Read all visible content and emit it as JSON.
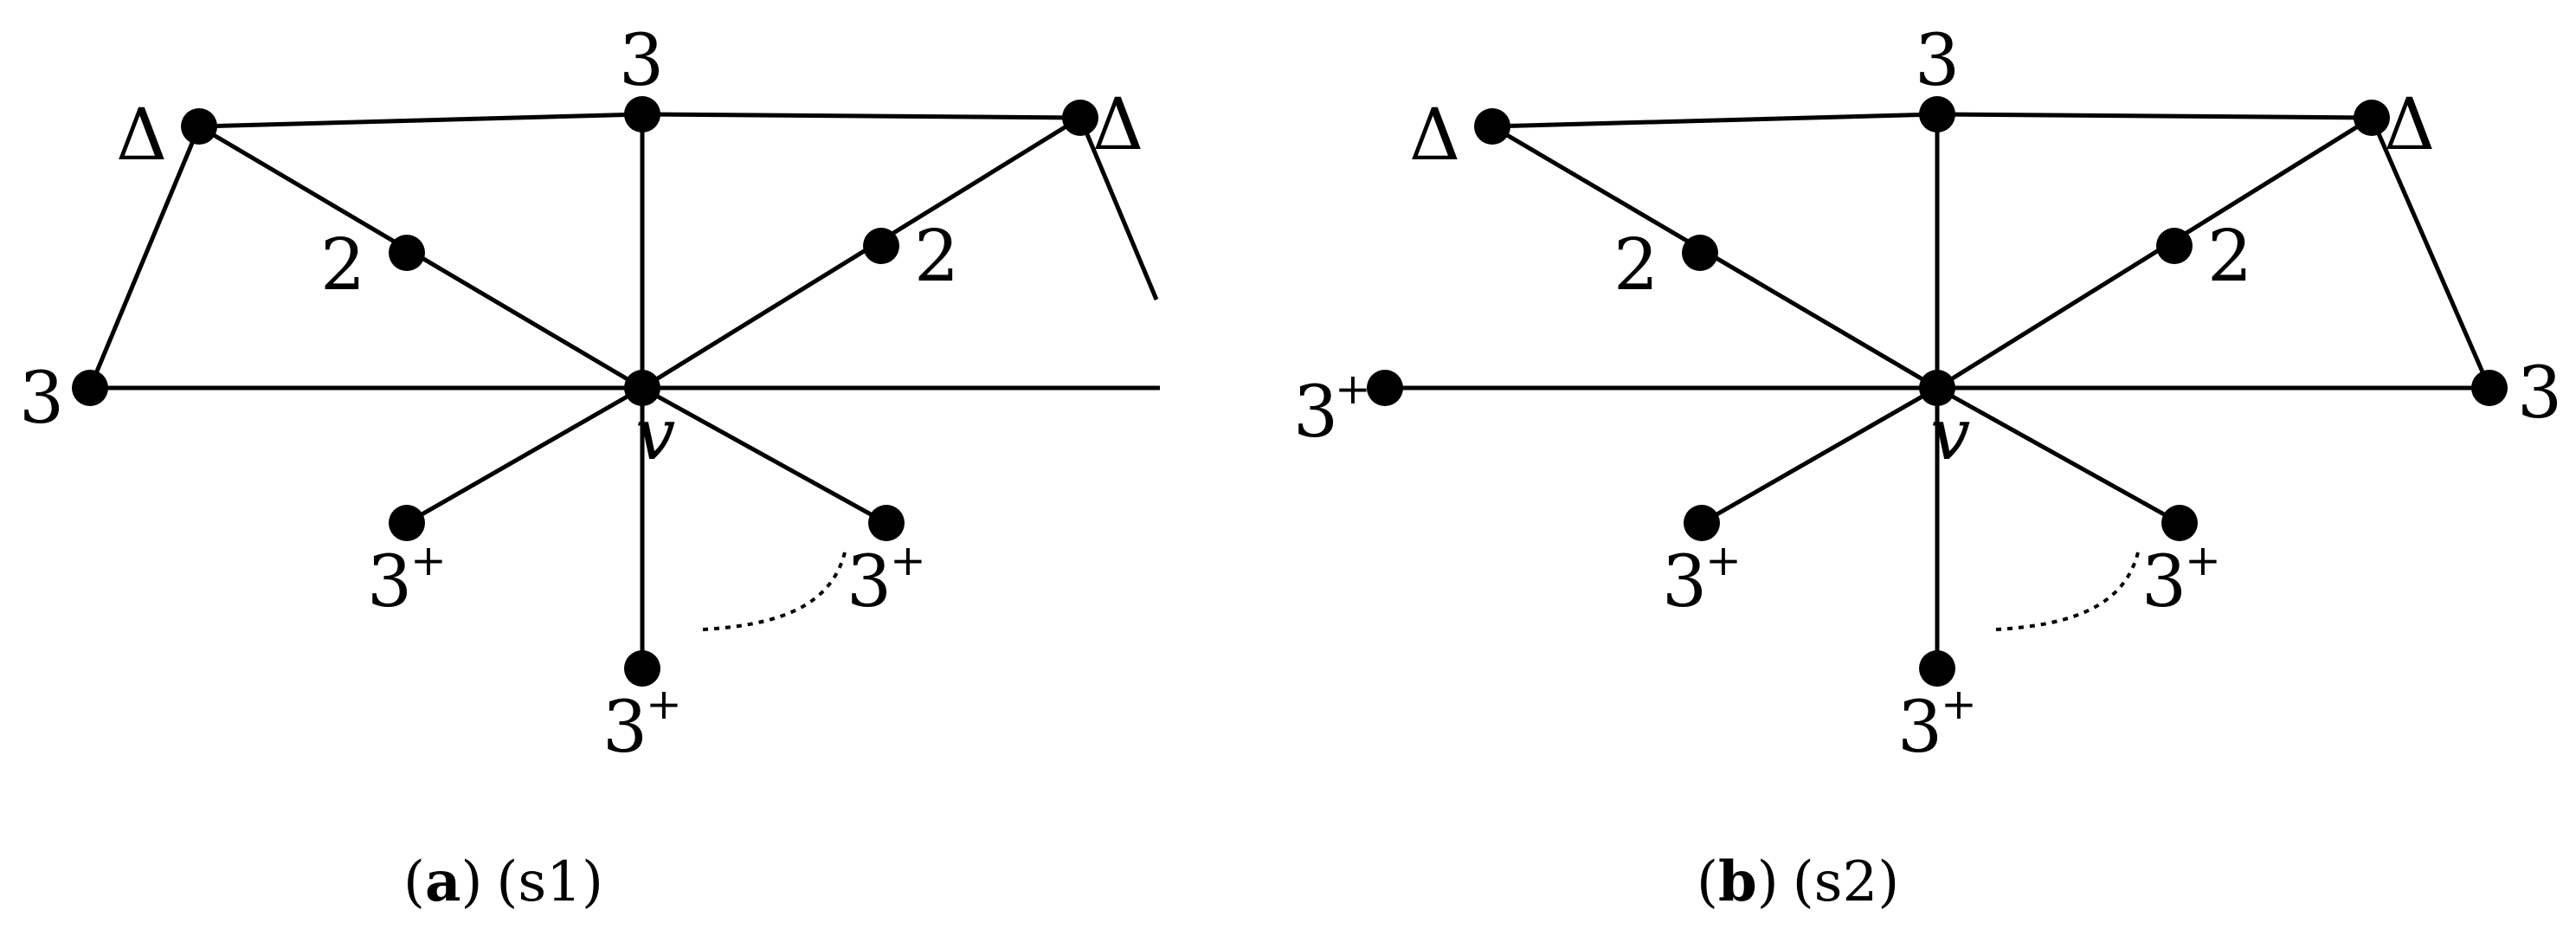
{
  "panels": [
    {
      "caption_letter": "a",
      "caption_open": "(",
      "caption_close": ")",
      "caption_name": "(s1)",
      "center_label": "v",
      "labels": {
        "top_left": "Δ",
        "top_mid": "3",
        "top_right": "Δ",
        "sub_left": "2",
        "sub_right": "2",
        "far_left": "3",
        "bottom_left": "3",
        "bottom_mid": "3",
        "bottom_right": "3",
        "plus": "+"
      }
    },
    {
      "caption_letter": "b",
      "caption_open": "(",
      "caption_close": ")",
      "caption_name": "(s2)",
      "center_label": "v",
      "labels": {
        "top_left": "Δ",
        "top_mid": "3",
        "top_right": "Δ",
        "sub_left": "2",
        "sub_right": "2",
        "far_left": "3",
        "far_right": "3",
        "bottom_left": "3",
        "bottom_mid": "3",
        "bottom_right": "3",
        "plus": "+"
      }
    }
  ]
}
